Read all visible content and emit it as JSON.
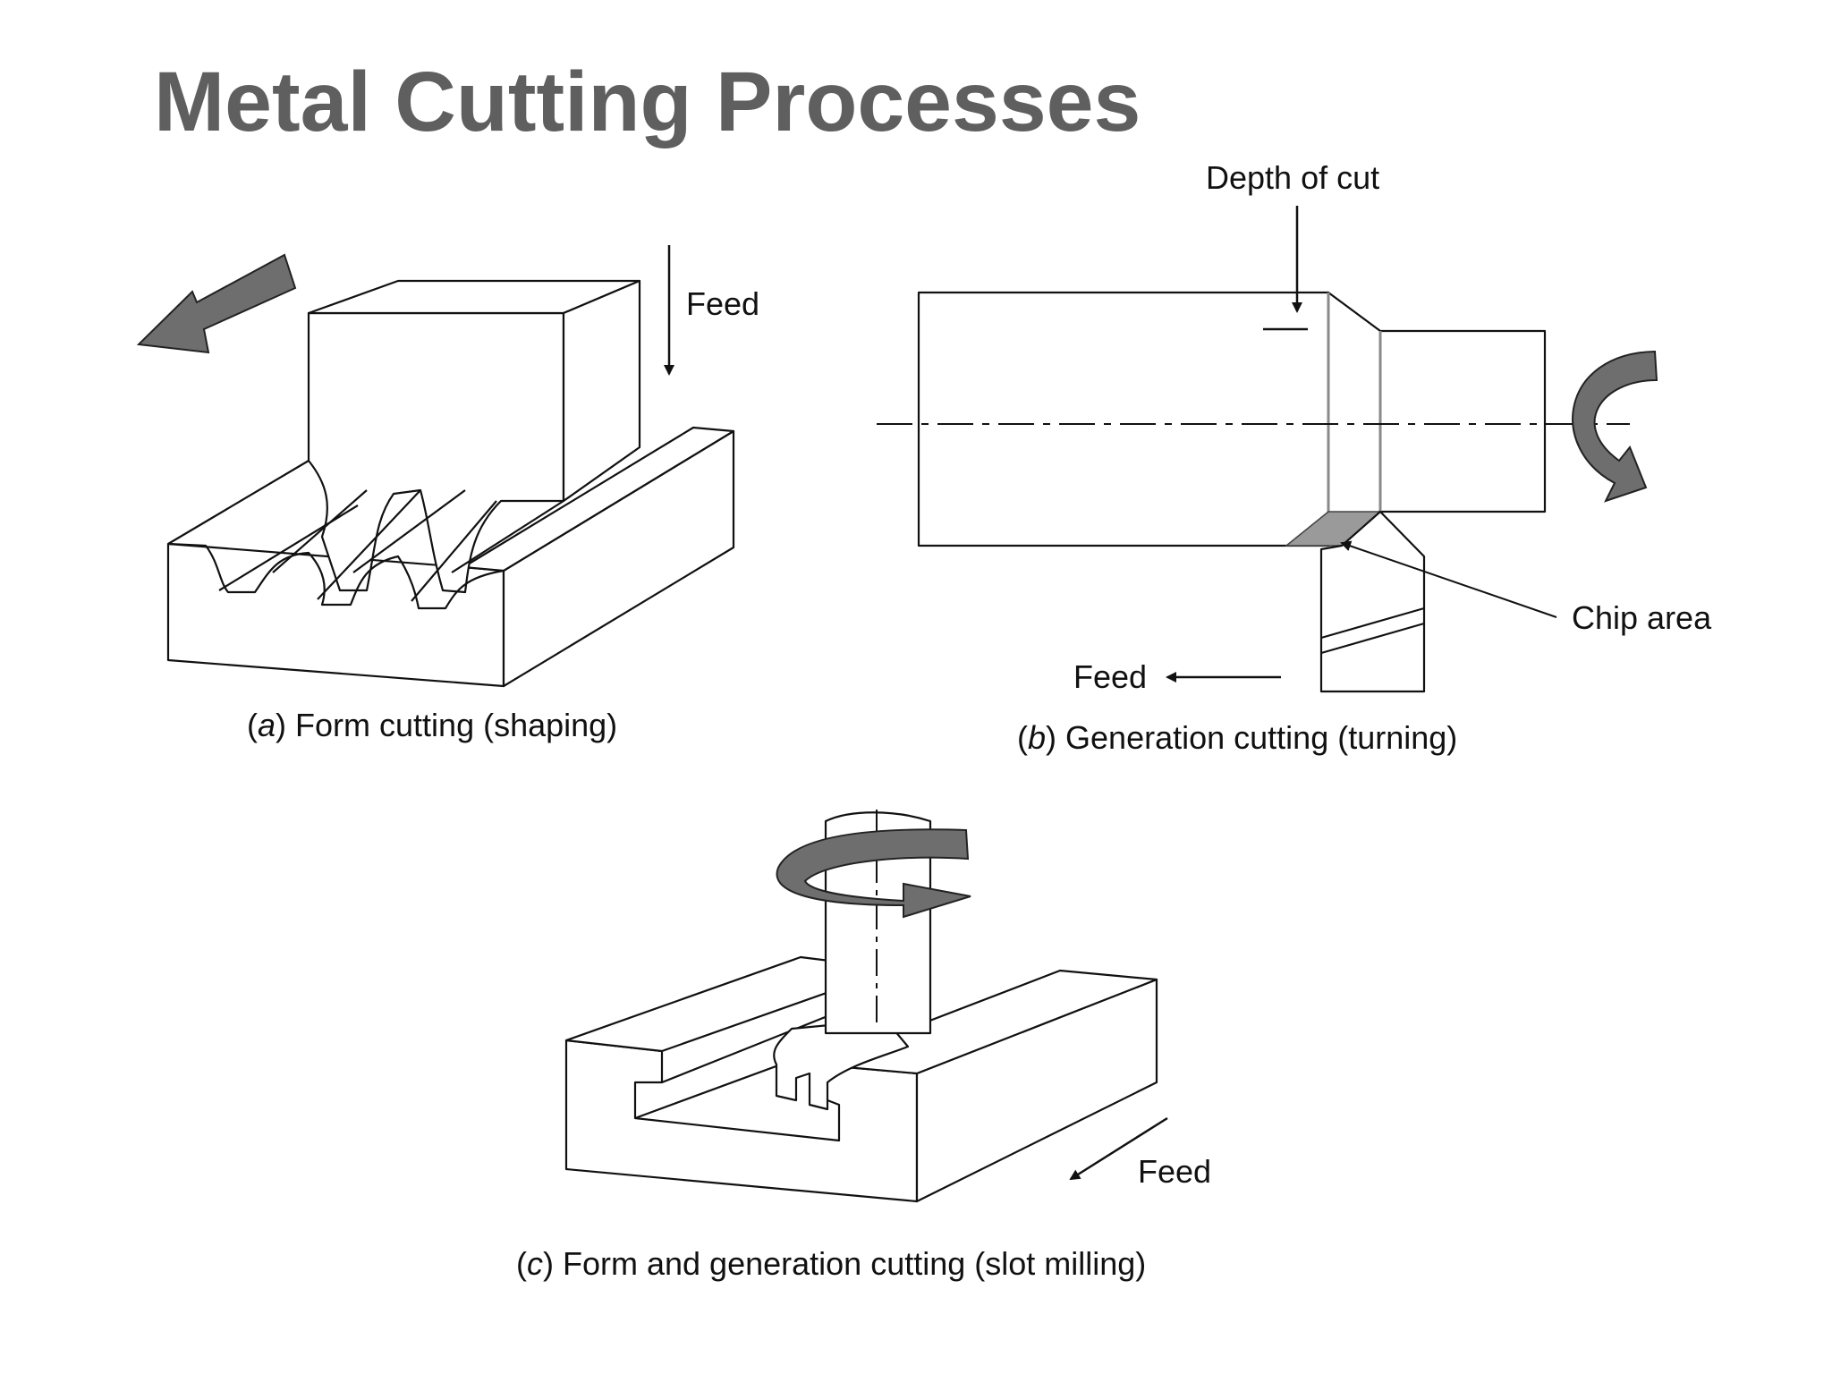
{
  "slide": {
    "title": "Metal Cutting Processes"
  },
  "panels": {
    "a": {
      "feed_label": "Feed",
      "caption_letter": "a",
      "caption_text": "Form cutting (shaping)"
    },
    "b": {
      "depth_label": "Depth of cut",
      "chip_label": "Chip area",
      "feed_label": "Feed",
      "caption_letter": "b",
      "caption_text": "Generation cutting (turning)"
    },
    "c": {
      "feed_label": "Feed",
      "caption_letter": "c",
      "caption_text": "Form and generation cutting (slot milling)"
    }
  },
  "colors": {
    "title": "#5f5f5f",
    "arrow_fill": "#6e6e6e",
    "chip_fill": "#9a9a9a",
    "line": "#111111"
  },
  "icons": [
    "motion-arrow-icon",
    "rotation-arrow-icon",
    "spindle-rotation-arrow-icon"
  ]
}
